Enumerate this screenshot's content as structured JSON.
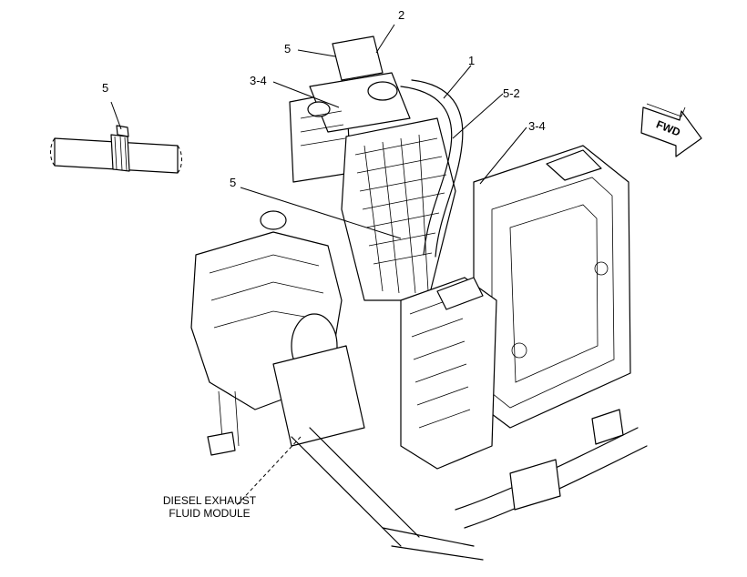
{
  "callouts": {
    "c2": "2",
    "c5_top": "5",
    "c1": "1",
    "c34_top": "3-4",
    "c5_left": "5",
    "c52": "5-2",
    "c34_right": "3-4",
    "c5_mid": "5"
  },
  "fwd_label": "FWD",
  "caption": {
    "line1": "DIESEL EXHAUST",
    "line2": "FLUID MODULE"
  }
}
